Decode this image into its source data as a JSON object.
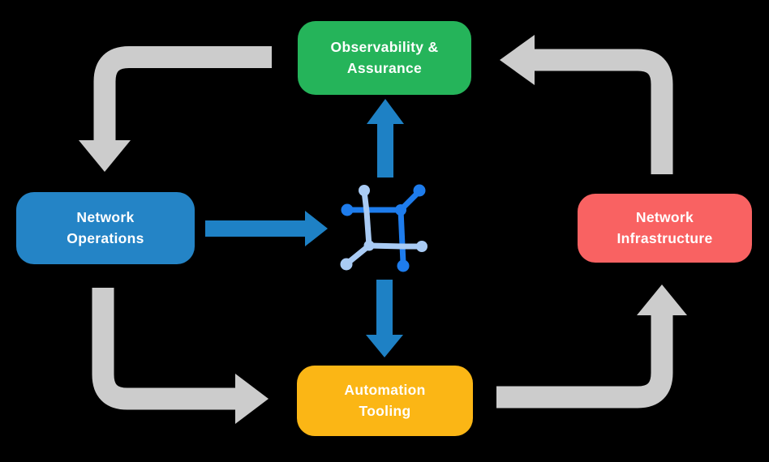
{
  "title": "Network automation lifecycle diagram",
  "colors": {
    "bg": "#000000",
    "text": "#FFFFFF",
    "gray-arrow": "#CCCCCC",
    "blue-arrow": "#1E81C5",
    "icon-dark": "#1E7CEC",
    "icon-light": "#A9CBF4",
    "node-observability": "#25B45A",
    "node-operations": "#2484C6",
    "node-infrastructure": "#F96262",
    "node-automation": "#FBB615"
  },
  "nodes": {
    "observability": {
      "label": "Observability &\nAssurance",
      "color": "#25B45A"
    },
    "operations": {
      "label": "Network\nOperations",
      "color": "#2484C6"
    },
    "infrastructure": {
      "label": "Network\nInfrastructure",
      "color": "#F96262"
    },
    "automation": {
      "label": "Automation\nTooling",
      "color": "#FBB615"
    }
  },
  "center_icon": "network-nodes-icon",
  "flows": [
    {
      "from": "Observability & Assurance",
      "to": "Network Operations",
      "style": "gray-cycle"
    },
    {
      "from": "Network Operations",
      "to": "Automation Tooling",
      "style": "gray-cycle"
    },
    {
      "from": "Automation Tooling",
      "to": "Network Infrastructure",
      "style": "gray-cycle"
    },
    {
      "from": "Network Infrastructure",
      "to": "Observability & Assurance",
      "style": "gray-cycle"
    },
    {
      "from": "Network Operations",
      "to": "center-icon",
      "style": "blue"
    },
    {
      "from": "center-icon",
      "to": "Observability & Assurance",
      "style": "blue"
    },
    {
      "from": "center-icon",
      "to": "Automation Tooling",
      "style": "blue"
    }
  ]
}
